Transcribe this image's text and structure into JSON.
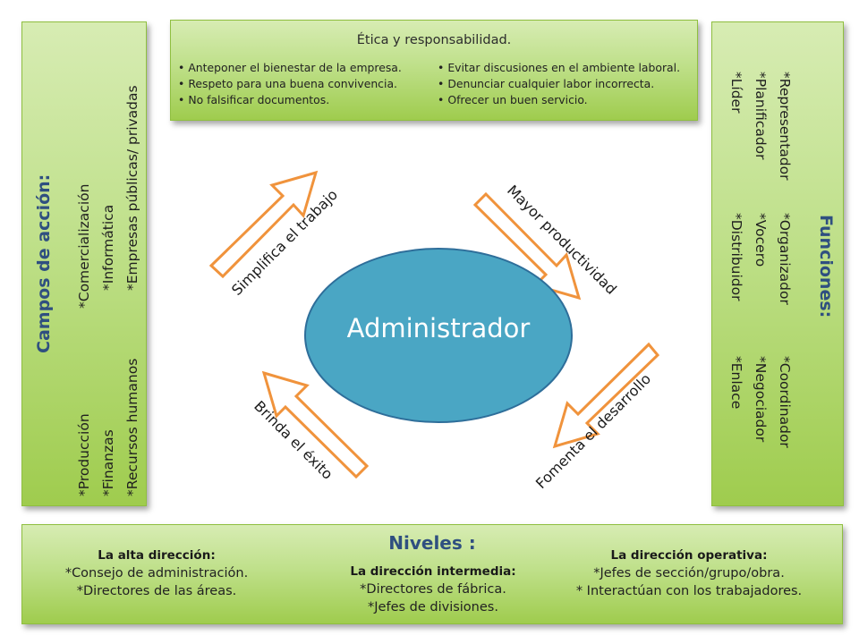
{
  "etica": {
    "title": "Ética y responsabilidad.",
    "left_items": [
      "Anteponer el bienestar de la empresa.",
      "Respeto para una buena convivencia.",
      "No falsificar documentos."
    ],
    "right_items": [
      "Evitar discusiones en el ambiente laboral.",
      "Denunciar cualquier labor incorrecta.",
      "Ofrecer un buen servicio."
    ]
  },
  "campos": {
    "title": "Campos de acción:",
    "items": [
      "*Comercialización",
      "*Informática",
      "*Empresas públicas/ privadas",
      "*Producción",
      "*Finanzas",
      "*Recursos humanos"
    ]
  },
  "funciones": {
    "title": "Funciones:",
    "items": [
      "*Representador",
      "*Planificador",
      "*Líder",
      "*Organizador",
      "*Vocero",
      "*Distribuidor",
      "*Coordinador",
      "*Negociador",
      "*Enlace"
    ]
  },
  "center": {
    "label": "Administrador"
  },
  "arrows": [
    "Simplifica el trabajo",
    "Mayor productividad",
    "Fomenta el desarrollo",
    "Brinda el éxito"
  ],
  "niveles": {
    "title": "Niveles :",
    "alta": {
      "title": "La alta dirección:",
      "lines": [
        "*Consejo de administración.",
        "*Directores de las áreas."
      ]
    },
    "intermedia": {
      "title": "La dirección intermedia:",
      "lines": [
        "*Directores de fábrica.",
        "*Jefes de divisiones."
      ]
    },
    "operativa": {
      "title": "La dirección operativa:",
      "lines": [
        "*Jefes de sección/grupo/obra.",
        "* Interactúan con los trabajadores."
      ]
    }
  },
  "colors": {
    "box_green": "#9fcc4e",
    "ellipse": "#4aa6c4",
    "arrow_stroke": "#f0933c",
    "heading_blue": "#2f4f80"
  }
}
